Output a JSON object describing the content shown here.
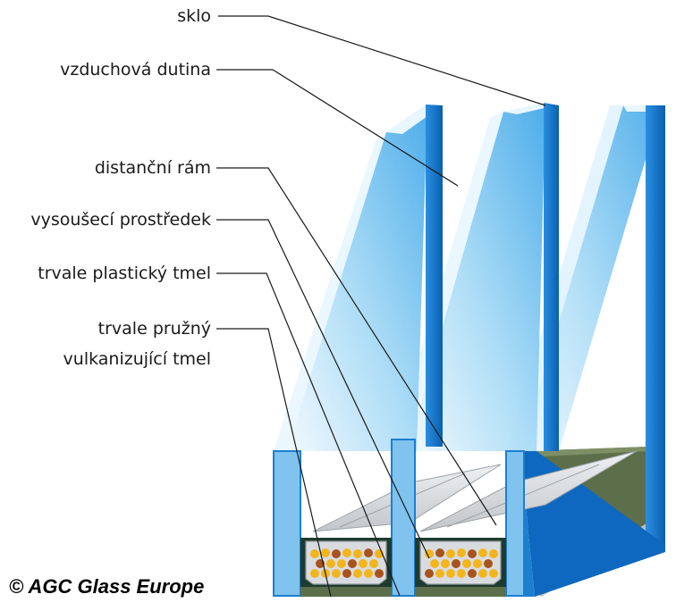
{
  "labels": {
    "glass": "sklo",
    "air_cavity": "vzduchová dutina",
    "spacer_frame": "distanční rám",
    "desiccant": "vysoušecí prostředek",
    "plastic_sealant": "trvale plastický tmel",
    "elastic_sealant_line1": "trvale pružný",
    "elastic_sealant_line2": "vulkanizující tmel"
  },
  "copyright": "© AGC Glass Europe",
  "colors": {
    "glass_light": "#cfe9f8",
    "glass_mid": "#7fc3ee",
    "glass_edge": "#1d7fd0",
    "glass_dark": "#0a5fb0",
    "spacer": "#d9dcdf",
    "desiccant_bead": "#f2b51c",
    "desiccant_bead_dark": "#a8531e",
    "seal_green": "#5d6e4a",
    "butyl": "#1f3b2e"
  }
}
